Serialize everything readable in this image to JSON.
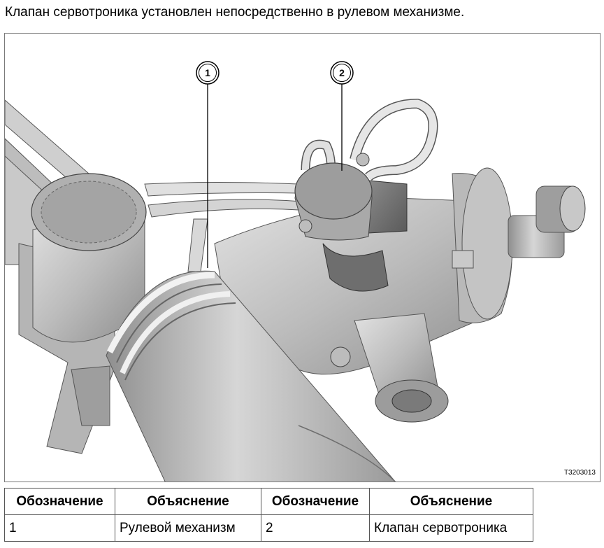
{
  "caption": "Клапан сервотроника установлен непосредственно в рулевом механизме.",
  "figure": {
    "callouts": [
      "1",
      "2"
    ],
    "code": "T3203013"
  },
  "legend": {
    "headers": [
      "Обозначение",
      "Объяснение",
      "Обозначение",
      "Объяснение"
    ],
    "row": [
      "1",
      "Рулевой механизм",
      "2",
      "Клапан сервотроника"
    ]
  }
}
